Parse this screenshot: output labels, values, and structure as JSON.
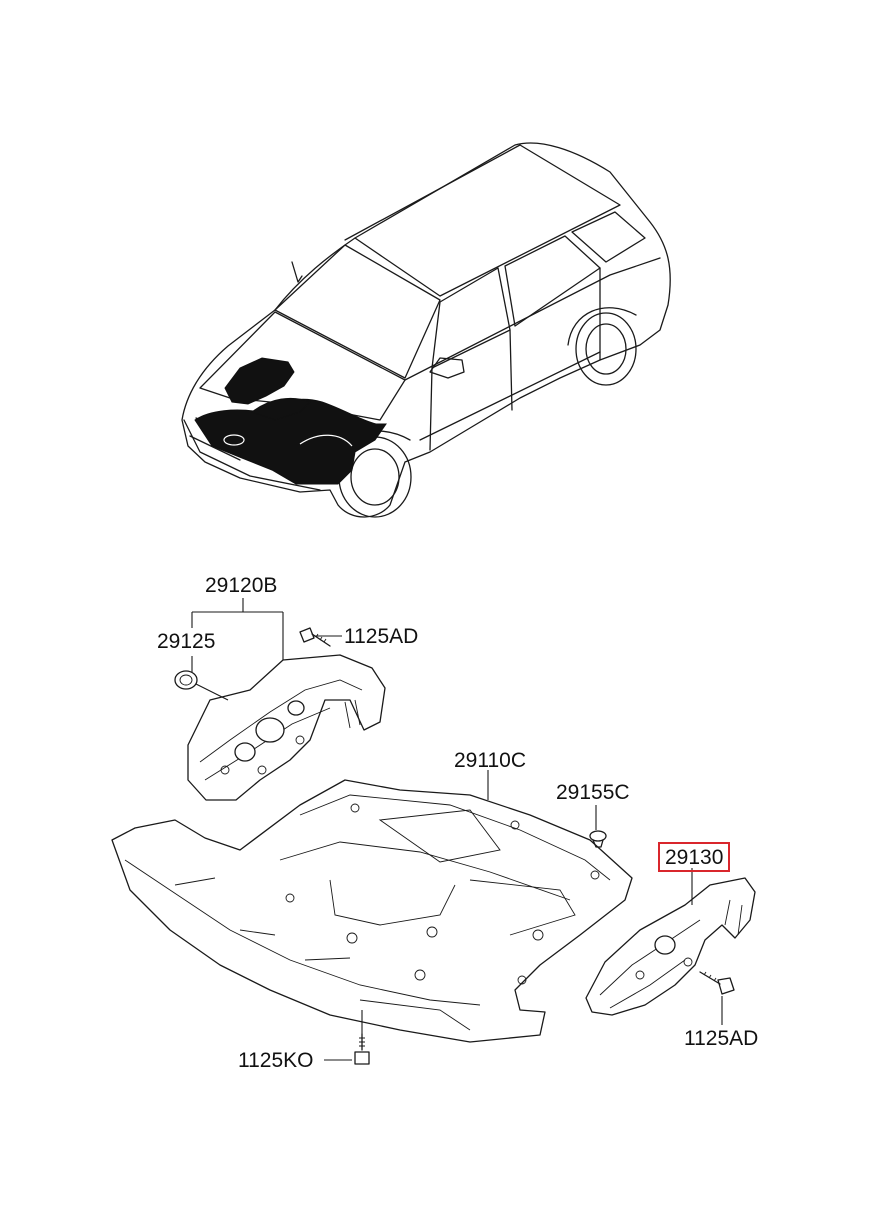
{
  "labels": {
    "p29120B": "29120B",
    "p29125": "29125",
    "p1125AD_top": "1125AD",
    "p29110C": "29110C",
    "p29155C": "29155C",
    "p29130": "29130",
    "p1125AD_bottom": "1125AD",
    "p1125KO": "1125KO"
  },
  "colors": {
    "highlight_border": "#d9262c",
    "line": "#1a1a1a",
    "shaded_area": "#111111"
  }
}
